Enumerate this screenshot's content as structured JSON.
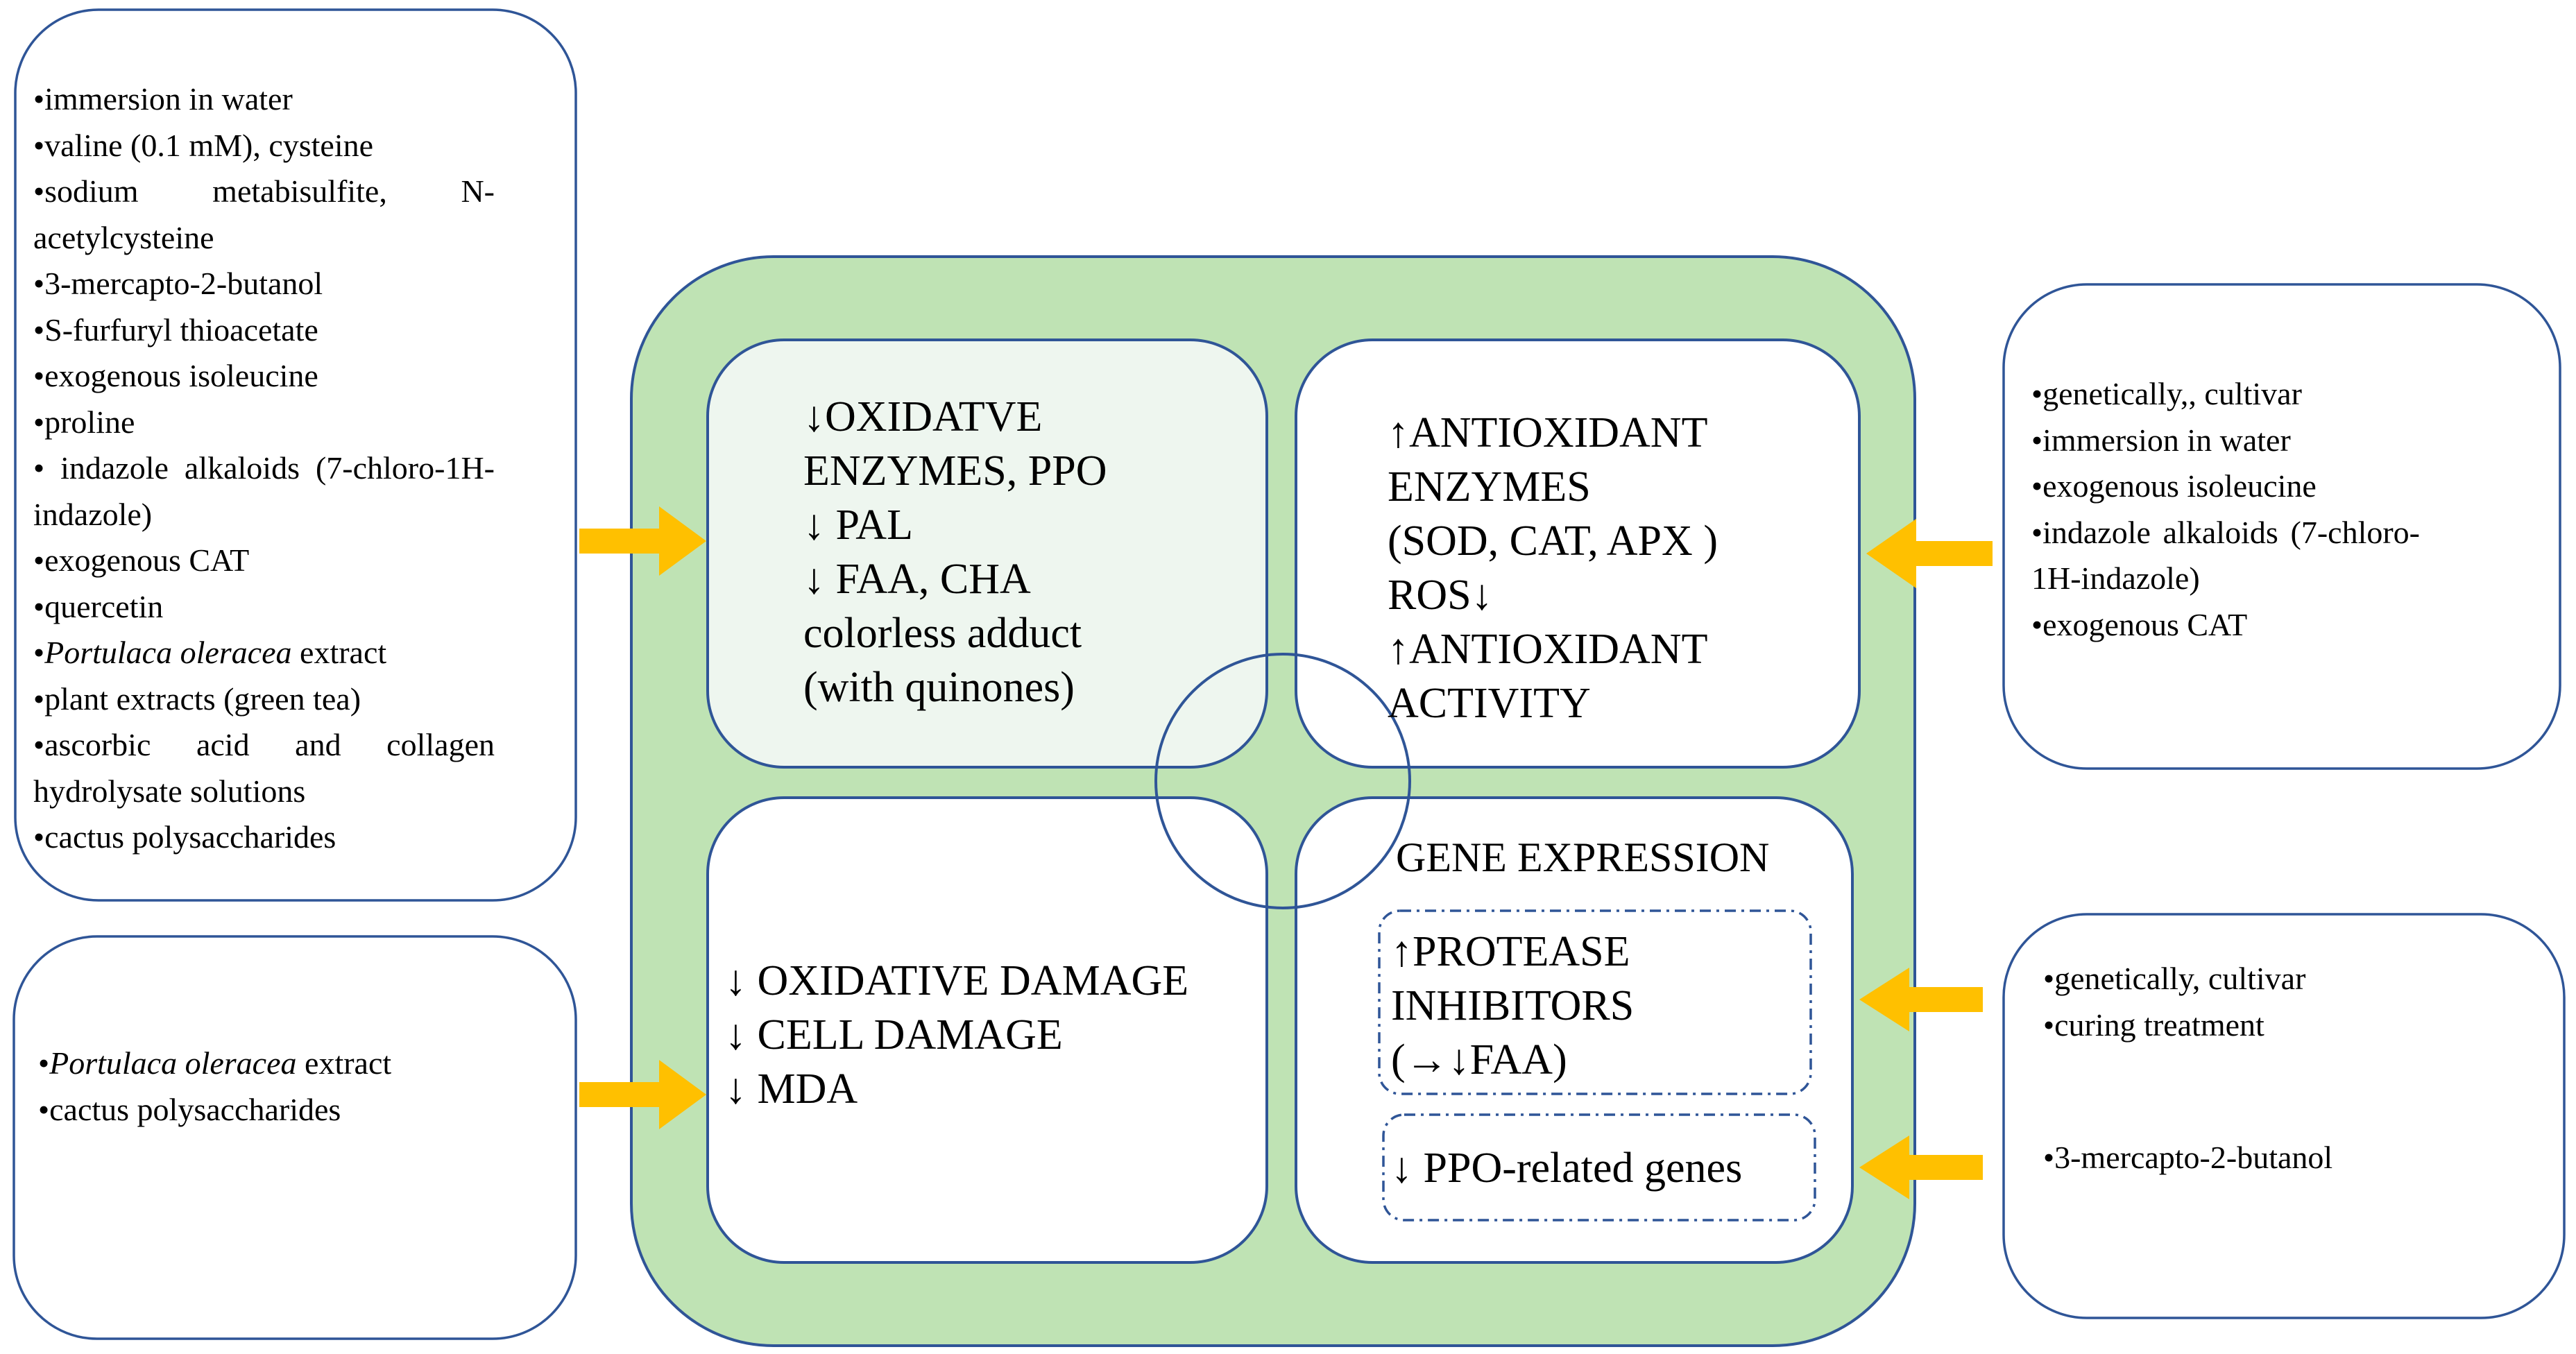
{
  "left_top": {
    "items": [
      "•immersion  in water",
      "•valine (0.1 mM), cysteine",
      "•sodium metabisulfite,  N-acetylcysteine",
      "•3-mercapto-2-butanol",
      "•S-furfuryl thioacetate",
      "•exogenous  isoleucine",
      "•proline",
      "• indazole alkaloids (7-chloro-1H-indazole)",
      "•exogenous  CAT",
      "•quercetin"
    ],
    "portulaca": {
      "bullet": "•",
      "italic": "Portulaca oleracea",
      "rest": " extract"
    },
    "items_after": [
      "•plant extracts (green tea)",
      "•ascorbic acid and collagen hydrolysate solutions",
      "•cactus polysaccharides"
    ]
  },
  "left_bottom": {
    "portulaca": {
      "bullet": "•",
      "italic": "Portulaca oleracea",
      "rest": " extract"
    },
    "items": [
      "•cactus polysaccharides"
    ]
  },
  "right_top": {
    "items": [
      "•genetically,, cultivar",
      "•immersion  in water",
      "•exogenous  isoleucine",
      "•indazole alkaloids (7-chloro-1H-indazole)",
      "•exogenous  CAT"
    ]
  },
  "right_bottom": {
    "group1": [
      "•genetically,  cultivar",
      "•curing treatment"
    ],
    "group2": [
      "•3-mercapto-2-butanol"
    ]
  },
  "q_top_left": {
    "lines": [
      "↓OXIDATVE",
      "ENZYMES, PPO",
      "↓ PAL",
      "↓ FAA, CHA",
      "colorless adduct",
      "(with quinones)"
    ]
  },
  "q_top_right": {
    "lines": [
      "↑ANTIOXIDANT",
      "ENZYMES",
      "(SOD, CAT, APX )",
      "ROS↓",
      "↑ANTIOXIDANT",
      "ACTIVITY"
    ]
  },
  "q_bottom_left": {
    "lines": [
      "↓ OXIDATIVE  DAMAGE",
      "↓ CELL DAMAGE",
      "↓ MDA"
    ]
  },
  "q_bottom_right": {
    "title": "GENE EXPRESSION",
    "inner1": [
      "↑PROTEASE",
      "INHIBITORS",
      "(→↓FAA)"
    ],
    "inner2": [
      "↓ PPO-related genes"
    ]
  },
  "colors": {
    "outer_fill": "#bfe3b4",
    "outer_stroke": "#2f5597",
    "quad_tl_fill": "#eef6ef",
    "box_stroke": "#2f5597",
    "arrow": "#ffc000"
  }
}
